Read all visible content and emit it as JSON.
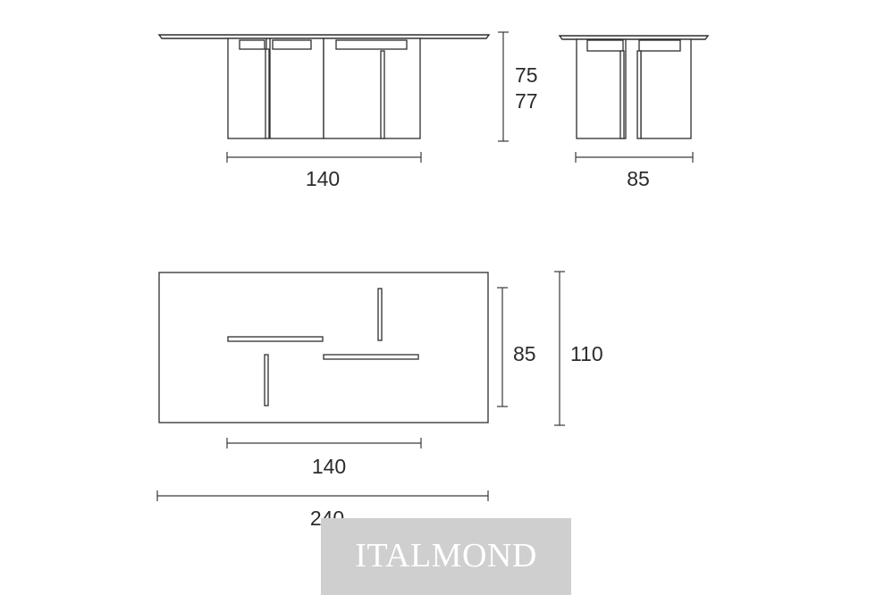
{
  "diagram": {
    "front_view": {
      "height_min": "75",
      "height_max": "77",
      "base_width": "140"
    },
    "side_view": {
      "base_depth": "85"
    },
    "top_view": {
      "base_depth": "85",
      "top_depth": "110",
      "base_width": "140",
      "top_width": "240"
    }
  },
  "watermark": {
    "text": "ITALMOND"
  },
  "colors": {
    "line": "#2e2e2e",
    "watermark_bg": "#cfcfcf",
    "watermark_text": "#ffffff"
  }
}
